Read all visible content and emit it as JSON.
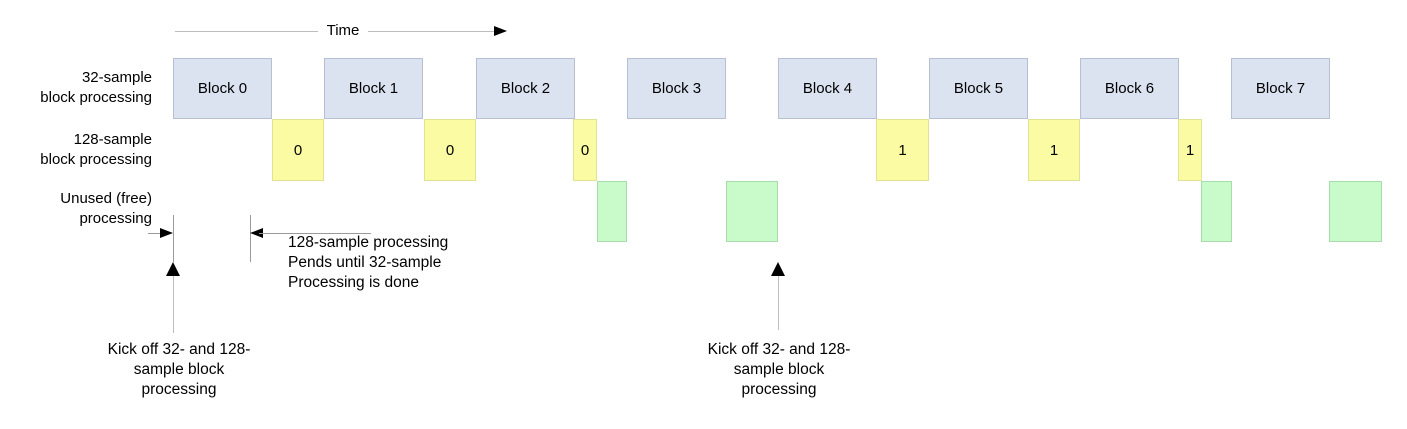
{
  "diagram": {
    "time_axis_label": "Time",
    "row_labels": [
      {
        "line1": "32-sample",
        "line2": "block processing"
      },
      {
        "line1": "128-sample",
        "line2": "block processing"
      },
      {
        "line1": "Unused (free)",
        "line2": "processing"
      }
    ],
    "blocks_32": [
      "Block 0",
      "Block 1",
      "Block 2",
      "Block 3",
      "Block 4",
      "Block 5",
      "Block 6",
      "Block 7"
    ],
    "blocks_128": [
      "0",
      "0",
      "0",
      "1",
      "1",
      "1"
    ],
    "unused_blocks_count": 4,
    "annotations": {
      "pend_note": {
        "line1": "128-sample processing",
        "line2": "Pends until 32-sample",
        "line3": "Processing is done"
      },
      "kickoff_note": {
        "line1": "Kick off 32- and 128-",
        "line2": "sample block",
        "line3": "processing"
      }
    },
    "colors": {
      "block_32_fill": "#dbe3f1",
      "block_32_border": "#b7c0d2",
      "block_128_fill": "#fbfba3",
      "block_128_border": "#e2e294",
      "unused_fill": "#c9fac9",
      "unused_border": "#a9dcab"
    }
  }
}
